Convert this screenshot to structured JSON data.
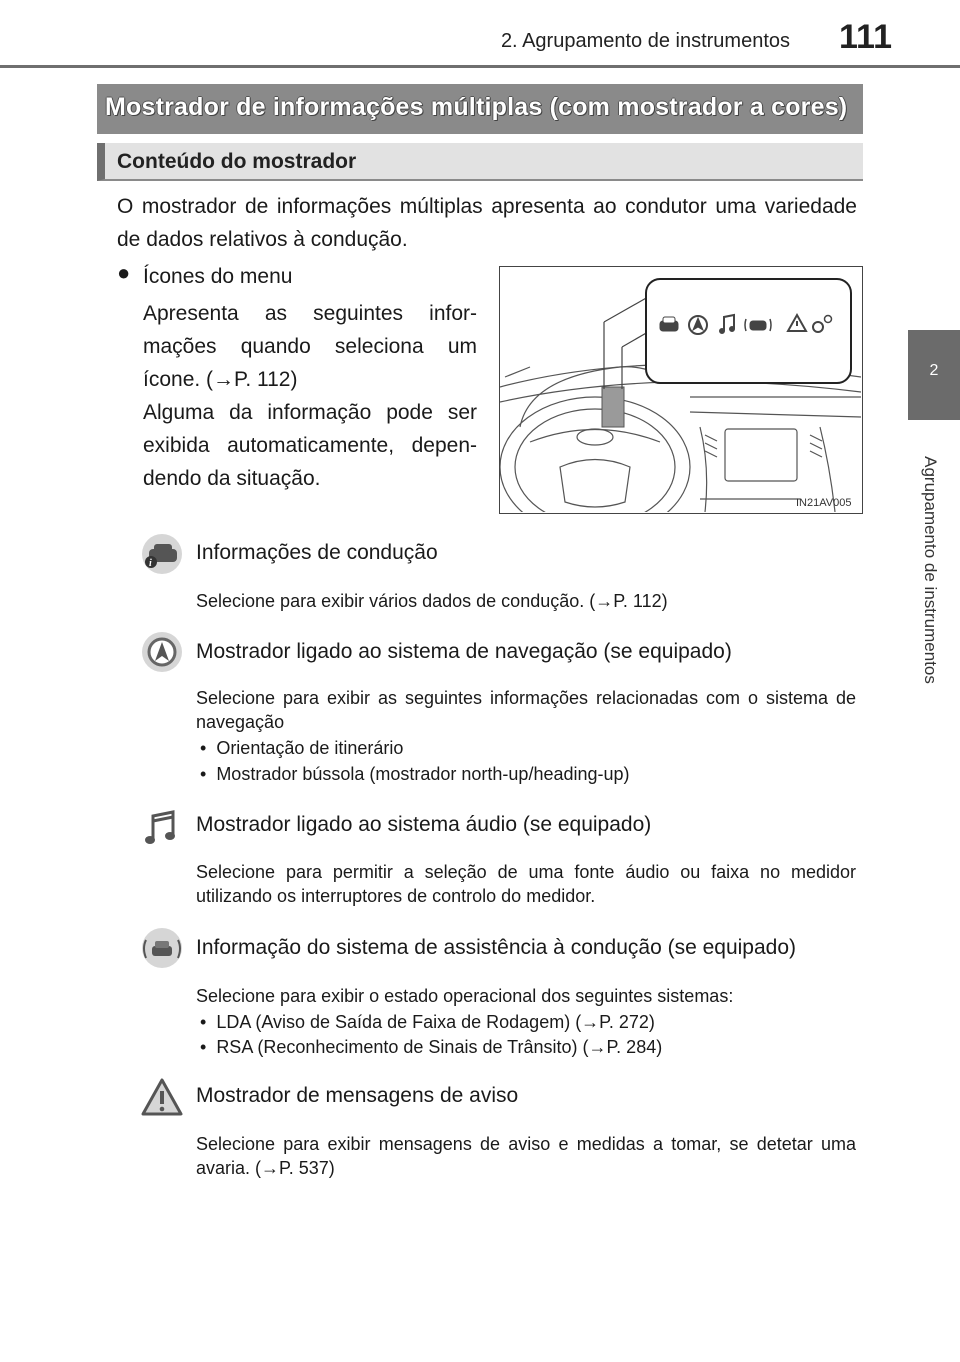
{
  "header": {
    "section_title": "2. Agrupamento de instrumentos",
    "page_number": "111"
  },
  "side_tab": {
    "number": "2",
    "label": "Agrupamento de instrumentos"
  },
  "title": "Mostrador de informações múltiplas (com mostrador a cores)",
  "subtitle": "Conteúdo do mostrador",
  "intro": "O mostrador de informações múltiplas apresenta ao condutor uma variedade de dados relativos à condução.",
  "menu_icons": {
    "bullet": "●",
    "title": "Ícones do menu",
    "description_1": "Apresenta as seguintes infor-mações quando seleciona um ícone. (→P. 112)",
    "description_2": "Alguma da informação pode ser exibida automaticamente, depen-dendo da situação.",
    "figure_code": "IN21AV005",
    "figure_icons": [
      "car-info-icon",
      "navigation-icon",
      "music-note-icon",
      "driving-assist-icon",
      "warning-triangle-icon",
      "settings-gears-icon"
    ]
  },
  "items": [
    {
      "icon": "car-info-icon",
      "title": "Informações de condução",
      "description": "Selecione para exibir vários dados de condução. (→P. 112)",
      "bullets": []
    },
    {
      "icon": "navigation-icon",
      "title": "Mostrador ligado ao sistema de navegação (se equipado)",
      "description": "Selecione para exibir as seguintes informações relacionadas com o sistema de navegação",
      "bullets": [
        "Orientação de itinerário",
        "Mostrador bússola (mostrador north-up/heading-up)"
      ]
    },
    {
      "icon": "music-note-icon",
      "title": "Mostrador ligado ao sistema áudio (se equipado)",
      "description": "Selecione para permitir a seleção de uma fonte áudio ou faixa no medidor utilizando os interruptores de controlo do medidor.",
      "bullets": []
    },
    {
      "icon": "driving-assist-icon",
      "title": "Informação do sistema de assistência à condução (se equipado)",
      "description": "Selecione para exibir o estado operacional dos seguintes sistemas:",
      "bullets": [
        "LDA (Aviso de Saída de Faixa de Rodagem) (→P. 272)",
        "RSA (Reconhecimento de Sinais de Trânsito) (→P. 284)"
      ]
    },
    {
      "icon": "warning-triangle-icon",
      "title": "Mostrador de mensagens de aviso",
      "description": "Selecione para exibir mensagens de aviso e medidas a tomar, se detetar uma avaria. (→P. 537)",
      "bullets": []
    }
  ],
  "colors": {
    "title_bar": "#8a8a8a",
    "sub_bar": "#e2e2e2",
    "side_tab": "#6b6b6b"
  }
}
